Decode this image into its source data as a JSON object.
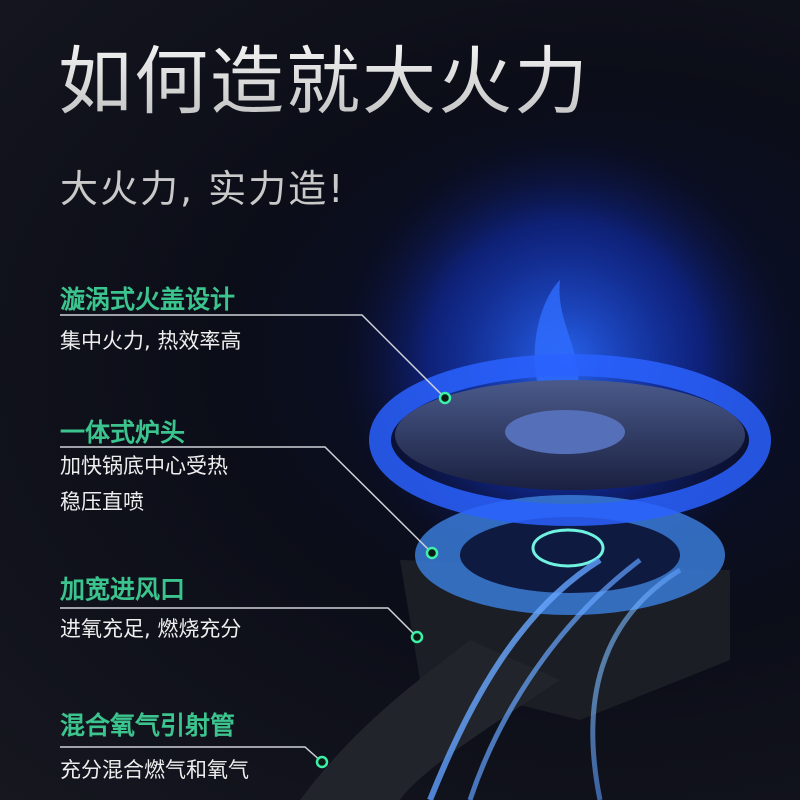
{
  "title": "如何造就大火力",
  "subtitle": "大火力, 实力造!",
  "features": [
    {
      "heading": "漩涡式火盖设计",
      "desc": [
        "集中火力, 热效率高"
      ]
    },
    {
      "heading": "一体式炉头",
      "desc": [
        "加快锅底中心受热",
        "稳压直喷"
      ]
    },
    {
      "heading": "加宽进风口",
      "desc": [
        "进氧充足, 燃烧充分"
      ]
    },
    {
      "heading": "混合氧气引射管",
      "desc": [
        "充分混合燃气和氧气"
      ]
    }
  ],
  "colors": {
    "accent": "#3cc48e",
    "flame": "#1e5bff",
    "background": "#12131c"
  }
}
